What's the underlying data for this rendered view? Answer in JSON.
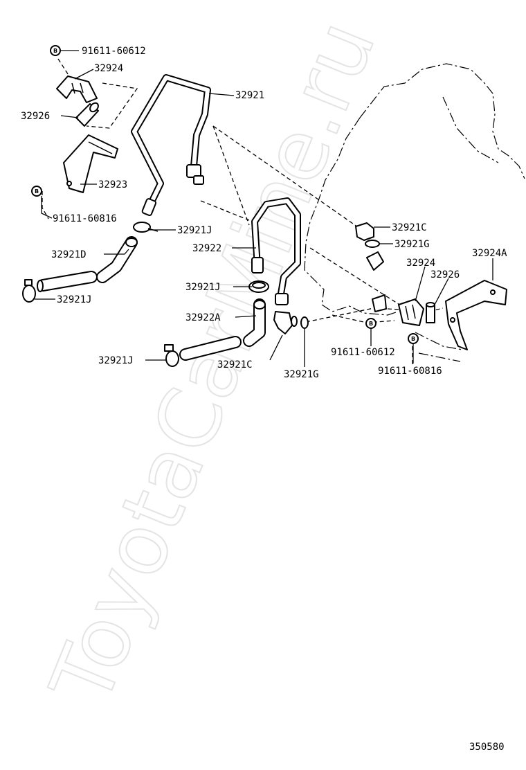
{
  "watermark": "ToyotaCarMine.ru",
  "diagram_number": "350580",
  "bolt_symbol": "B",
  "labels": {
    "top_bolt": "91611-60612",
    "p32924_top": "32924",
    "p32921": "32921",
    "p32926_top": "32926",
    "p32923": "32923",
    "left_bolt": "91611-60816",
    "clamp_a": "32921J",
    "p32922": "32922",
    "p32921D": "32921D",
    "clamp_b": "32921J",
    "clamp_c": "32921J",
    "p32922A": "32922A",
    "right_cap": "32921C",
    "right_oring": "32921G",
    "p32924A": "32924A",
    "p32924_right": "32924",
    "p32926_right": "32926",
    "clamp_d": "32921J",
    "lower_cap": "32921C",
    "lower_oring": "32921G",
    "right_bolt_a": "91611-60612",
    "right_bolt_b": "91611-60816"
  }
}
